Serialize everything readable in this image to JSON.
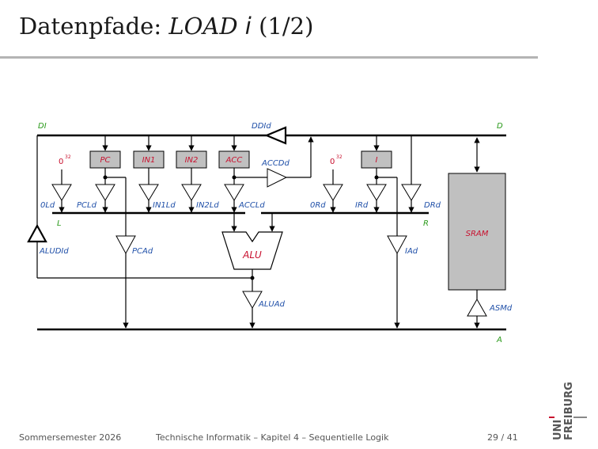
{
  "slide": {
    "title_prefix": "Datenpfade: ",
    "title_italic": "LOAD",
    "title_symbol": "i",
    "title_suffix": " (1/2)"
  },
  "diagram": {
    "colors": {
      "green": "#2a9a1a",
      "blue": "#1f4fa8",
      "red": "#c8102e",
      "reg_fill": "#c0c0c0",
      "line": "#000000"
    },
    "labels": {
      "DI": "DI",
      "D": "D",
      "DDId": "DDId",
      "L": "L",
      "R": "R",
      "A": "A",
      "zero32_left": "0",
      "zero32_right": "0",
      "exp32": "32",
      "PC": "PC",
      "IN1": "IN1",
      "IN2": "IN2",
      "ACC": "ACC",
      "I": "I",
      "ACCDd": "ACCDd",
      "0Ld": "0Ld",
      "PCLd": "PCLd",
      "IN1Ld": "IN1Ld",
      "IN2Ld": "IN2Ld",
      "ACCLd": "ACCLd",
      "0Rd": "0Rd",
      "IRd": "IRd",
      "DRd": "DRd",
      "ALUDId": "ALUDId",
      "PCAd": "PCAd",
      "ALU": "ALU",
      "IAd": "IAd",
      "ALUAd": "ALUAd",
      "SRAM": "SRAM",
      "ASMd": "ASMd"
    }
  },
  "footer": {
    "left": "Sommersemester 2026",
    "center": "Technische Informatik –  Kapitel 4 – Sequentielle Logik",
    "page": "29 / 41"
  },
  "logo": {
    "line1": "UNI",
    "line2": "FREIBURG",
    "accent_color": "#c8102e"
  }
}
